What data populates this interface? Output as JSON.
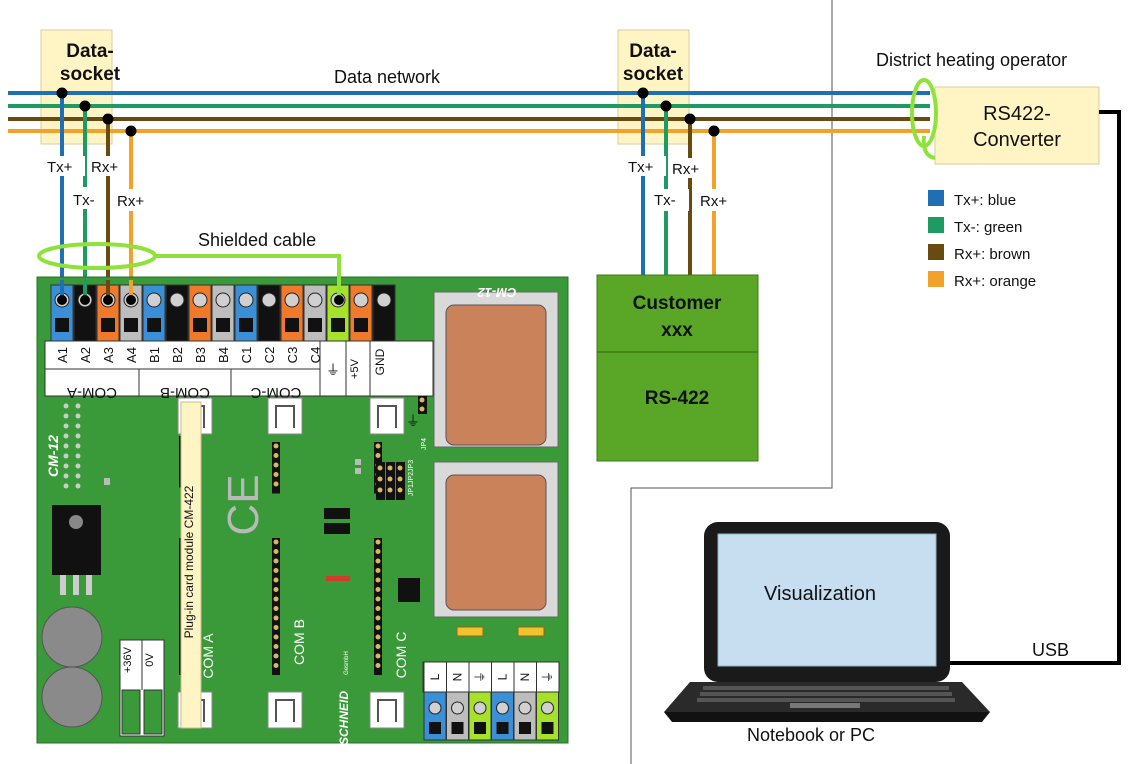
{
  "data_socket_left": {
    "line1": "Data-",
    "line2": "socket"
  },
  "data_socket_mid": {
    "line1": "Data-",
    "line2": "socket"
  },
  "data_network_label": "Data network",
  "operator_label": "District heating operator",
  "converter": {
    "line1": "RS422-",
    "line2": "Converter"
  },
  "legend": [
    {
      "text": "Tx+: blue",
      "color": "#1f6fb5"
    },
    {
      "text": "Tx-:  green",
      "color": "#1e9b63"
    },
    {
      "text": "Rx+: brown",
      "color": "#6b4a12"
    },
    {
      "text": "Rx+: orange",
      "color": "#f2a12a"
    }
  ],
  "left_wire_labels": [
    "Tx+",
    "Rx+",
    "Tx-",
    "Rx+"
  ],
  "mid_wire_labels": [
    "Tx+",
    "Rx+",
    "Tx-",
    "Rx+"
  ],
  "shielded_cable_label": "Shielded cable",
  "customer": {
    "line1": "Customer",
    "line2": "xxx",
    "line3": "RS-422"
  },
  "board": {
    "name_top": "CM-12",
    "name_side": "CM-12",
    "terminals": [
      "A1",
      "A2",
      "A3",
      "A4",
      "B1",
      "B2",
      "B3",
      "B4",
      "C1",
      "C2",
      "C3",
      "C4"
    ],
    "com_groups": [
      "COM-A",
      "COM-B",
      "COM-C"
    ],
    "plus5v": "+5V",
    "gnd": "GND",
    "plugin_label": "Plug-in card module CM-422",
    "com_a": "COM A",
    "com_b": "COM B",
    "com_c": "COM C",
    "brand": "SCHNEID",
    "brand_suffix": "GesmbH",
    "jp4": "JP4",
    "jp123": "JP1JP2JP3",
    "v36": "+36V",
    "v0": "0V",
    "power_terminals": [
      "L",
      "N",
      "⏚",
      "L",
      "N",
      "⏚"
    ]
  },
  "laptop": {
    "screen_text": "Visualization",
    "caption": "Notebook or PC"
  },
  "usb_label": "USB",
  "colors": {
    "blue": "#1f6fb5",
    "green": "#1e9b63",
    "brown": "#6b4a12",
    "orange": "#f2a12a",
    "lime": "#8fe23a",
    "board": "#3a9a3a",
    "socket": "#fff5c4",
    "customer": "#5aa727"
  }
}
